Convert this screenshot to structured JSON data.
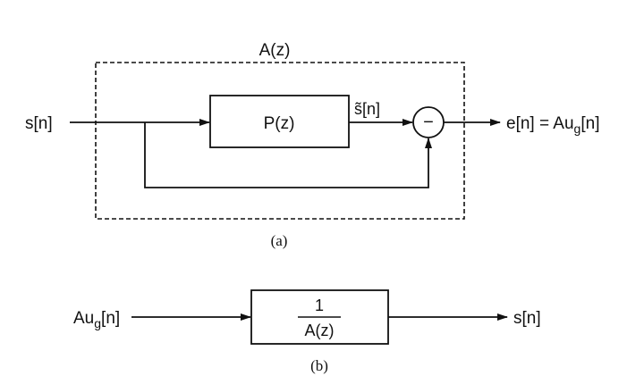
{
  "diagram_a": {
    "outer_label": "A(z)",
    "input_label": "s[n]",
    "predictor_label": "P(z)",
    "prediction_label": "s̃[n]",
    "sum_sign": "−",
    "output_label_main": "e[n] = Au",
    "output_label_sub": "g",
    "output_label_tail": "[n]",
    "caption": "(a)"
  },
  "diagram_b": {
    "input_label_main": "Au",
    "input_label_sub": "g",
    "input_label_tail": "[n]",
    "filter_numerator": "1",
    "filter_denominator": "A(z)",
    "output_label": "s[n]",
    "caption": "(b)"
  }
}
